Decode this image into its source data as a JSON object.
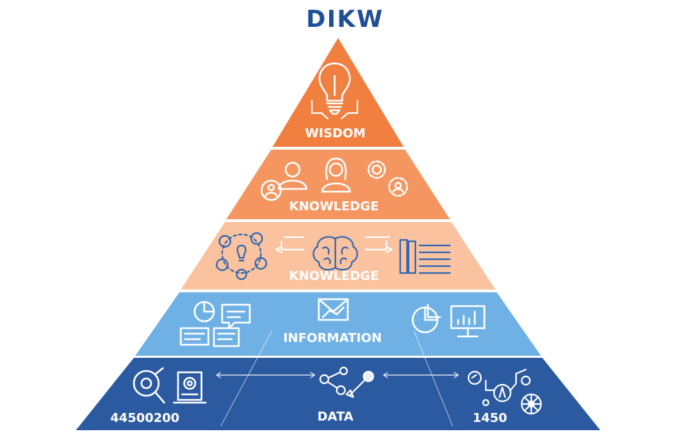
{
  "title": "DIKW",
  "levels": [
    {
      "label": "WISDOM",
      "color": "#f07f40"
    },
    {
      "label": "KNOWLEDGE",
      "color": "#f59660"
    },
    {
      "label": "KNOWLEDGE",
      "color": "#fac29f"
    },
    {
      "label": "INFORMATION",
      "color": "#6fb1e5"
    },
    {
      "label": "DATA",
      "color": "#2c5aa1"
    }
  ],
  "data_numbers": {
    "left": "44500200",
    "right": "1450"
  }
}
